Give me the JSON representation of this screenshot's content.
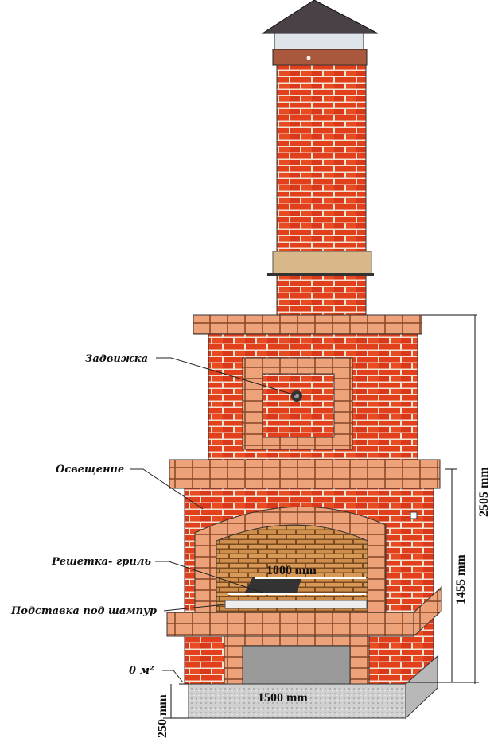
{
  "labels": {
    "damper": "Задвижка",
    "lighting": "Освещение",
    "grill_grate": "Решетка- гриль",
    "skewer_stand": "Подставка под шампур",
    "floor_level": "0 м²"
  },
  "dimensions": {
    "total_height": "2505 mm",
    "firebox_height": "1455 mm",
    "grill_width": "1000 mm",
    "base_width": "1500 mm",
    "foundation_height": "250 mm"
  },
  "colors": {
    "brick_red": "#e2401c",
    "brick_light": "#eea27a",
    "mortar": "#f5e6d8",
    "concrete": "#cfcfcf",
    "stone": "#d8b888"
  }
}
